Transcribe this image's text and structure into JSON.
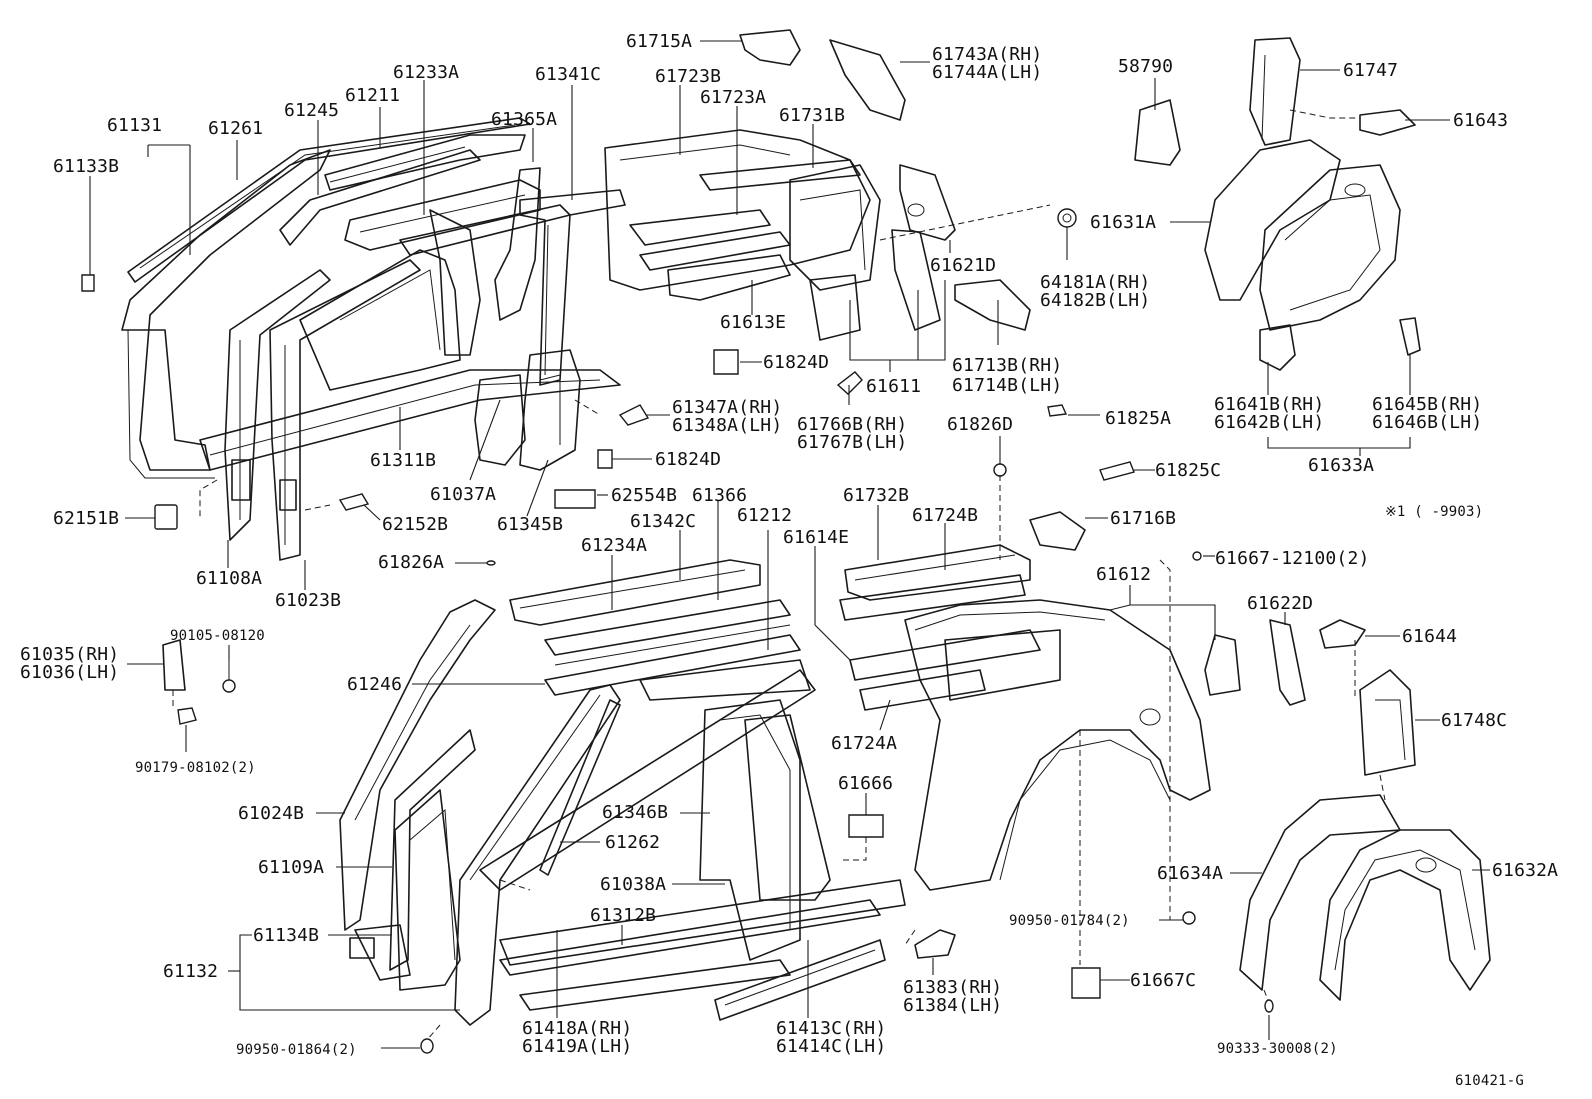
{
  "diagram": {
    "figure_code": "610421-G",
    "note_code": "※1 (      -9903)",
    "labels": {
      "p61715A": "61715A",
      "p61743A": "61743A(RH)",
      "p61744A": "61744A(LH)",
      "p58790": "58790",
      "p61747": "61747",
      "p61643": "61643",
      "p61131": "61131",
      "p61261": "61261",
      "p61245": "61245",
      "p61211": "61211",
      "p61233A": "61233A",
      "p61341C": "61341C",
      "p61723B": "61723B",
      "p61723A": "61723A",
      "p61731B": "61731B",
      "p61365A": "61365A",
      "p61133B": "61133B",
      "p61631A": "61631A",
      "p64181A": "64181A(RH)",
      "p64182B": "64182B(LH)",
      "p61621D": "61621D",
      "p61613E": "61613E",
      "p61824D_1": "61824D",
      "p61611": "61611",
      "p61713B": "61713B(RH)",
      "p61714B": "61714B(LH)",
      "p61766B": "61766B(RH)",
      "p61767B": "61767B(LH)",
      "p61641B": "61641B(RH)",
      "p61642B": "61642B(LH)",
      "p61645B": "61645B(RH)",
      "p61646B": "61646B(LH)",
      "p61633A": "61633A",
      "p61347A": "61347A(RH)",
      "p61348A": "61348A(LH)",
      "p61311B": "61311B",
      "p61824D_2": "61824D",
      "p61826D": "61826D",
      "p61825A": "61825A",
      "p61825C": "61825C",
      "p61037A": "61037A",
      "p62554B": "62554B",
      "p61366": "61366",
      "p61345B": "61345B",
      "p62151B": "62151B",
      "p62152B": "62152B",
      "p61108A": "61108A",
      "p61023B": "61023B",
      "p61732B": "61732B",
      "p61724B": "61724B",
      "p61716B": "61716B",
      "p61342C": "61342C",
      "p61212": "61212",
      "p61234A": "61234A",
      "p61614E": "61614E",
      "p61826A": "61826A",
      "p61667_12100": "61667-12100(2)",
      "p61612": "61612",
      "p61622D": "61622D",
      "p61644": "61644",
      "p90105_08120": "90105-08120",
      "p61035": "61035(RH)",
      "p61036": "61036(LH)",
      "p61246": "61246",
      "p61724A": "61724A",
      "p61748C": "61748C",
      "p90179_08102": "90179-08102(2)",
      "p61666": "61666",
      "p61024B": "61024B",
      "p61346B": "61346B",
      "p61262": "61262",
      "p61109A": "61109A",
      "p61038A": "61038A",
      "p61634A": "61634A",
      "p61632A": "61632A",
      "p61312B": "61312B",
      "p61134B": "61134B",
      "p90950_01784": "90950-01784(2)",
      "p61132": "61132",
      "p61383": "61383(RH)",
      "p61384": "61384(LH)",
      "p61667C": "61667C",
      "p61418A": "61418A(RH)",
      "p61419A": "61419A(LH)",
      "p61413C": "61413C(RH)",
      "p61414C": "61414C(LH)",
      "p90950_01864": "90950-01864(2)",
      "p90333_30008": "90333-30008(2)"
    }
  }
}
